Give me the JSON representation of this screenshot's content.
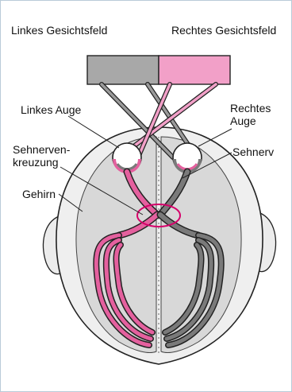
{
  "labels": {
    "left_field": "Linkes Gesichtsfeld",
    "right_field": "Rechtes Gesichtsfeld",
    "left_eye": "Linkes Auge",
    "right_eye_line1": "Rechtes",
    "right_eye_line2": "Auge",
    "chiasm_line1": "Sehnerven-",
    "chiasm_line2": "kreuzung",
    "optic_nerve": "Sehnerv",
    "brain": "Gehirn"
  },
  "colors": {
    "left_field": "#a8a8a8",
    "right_field": "#f2a0c8",
    "gray_pathway": "#7a7a7a",
    "pink_pathway": "#e4609e",
    "brain_fill": "#d8d8d8",
    "chiasm_outline": "#d6006a"
  }
}
